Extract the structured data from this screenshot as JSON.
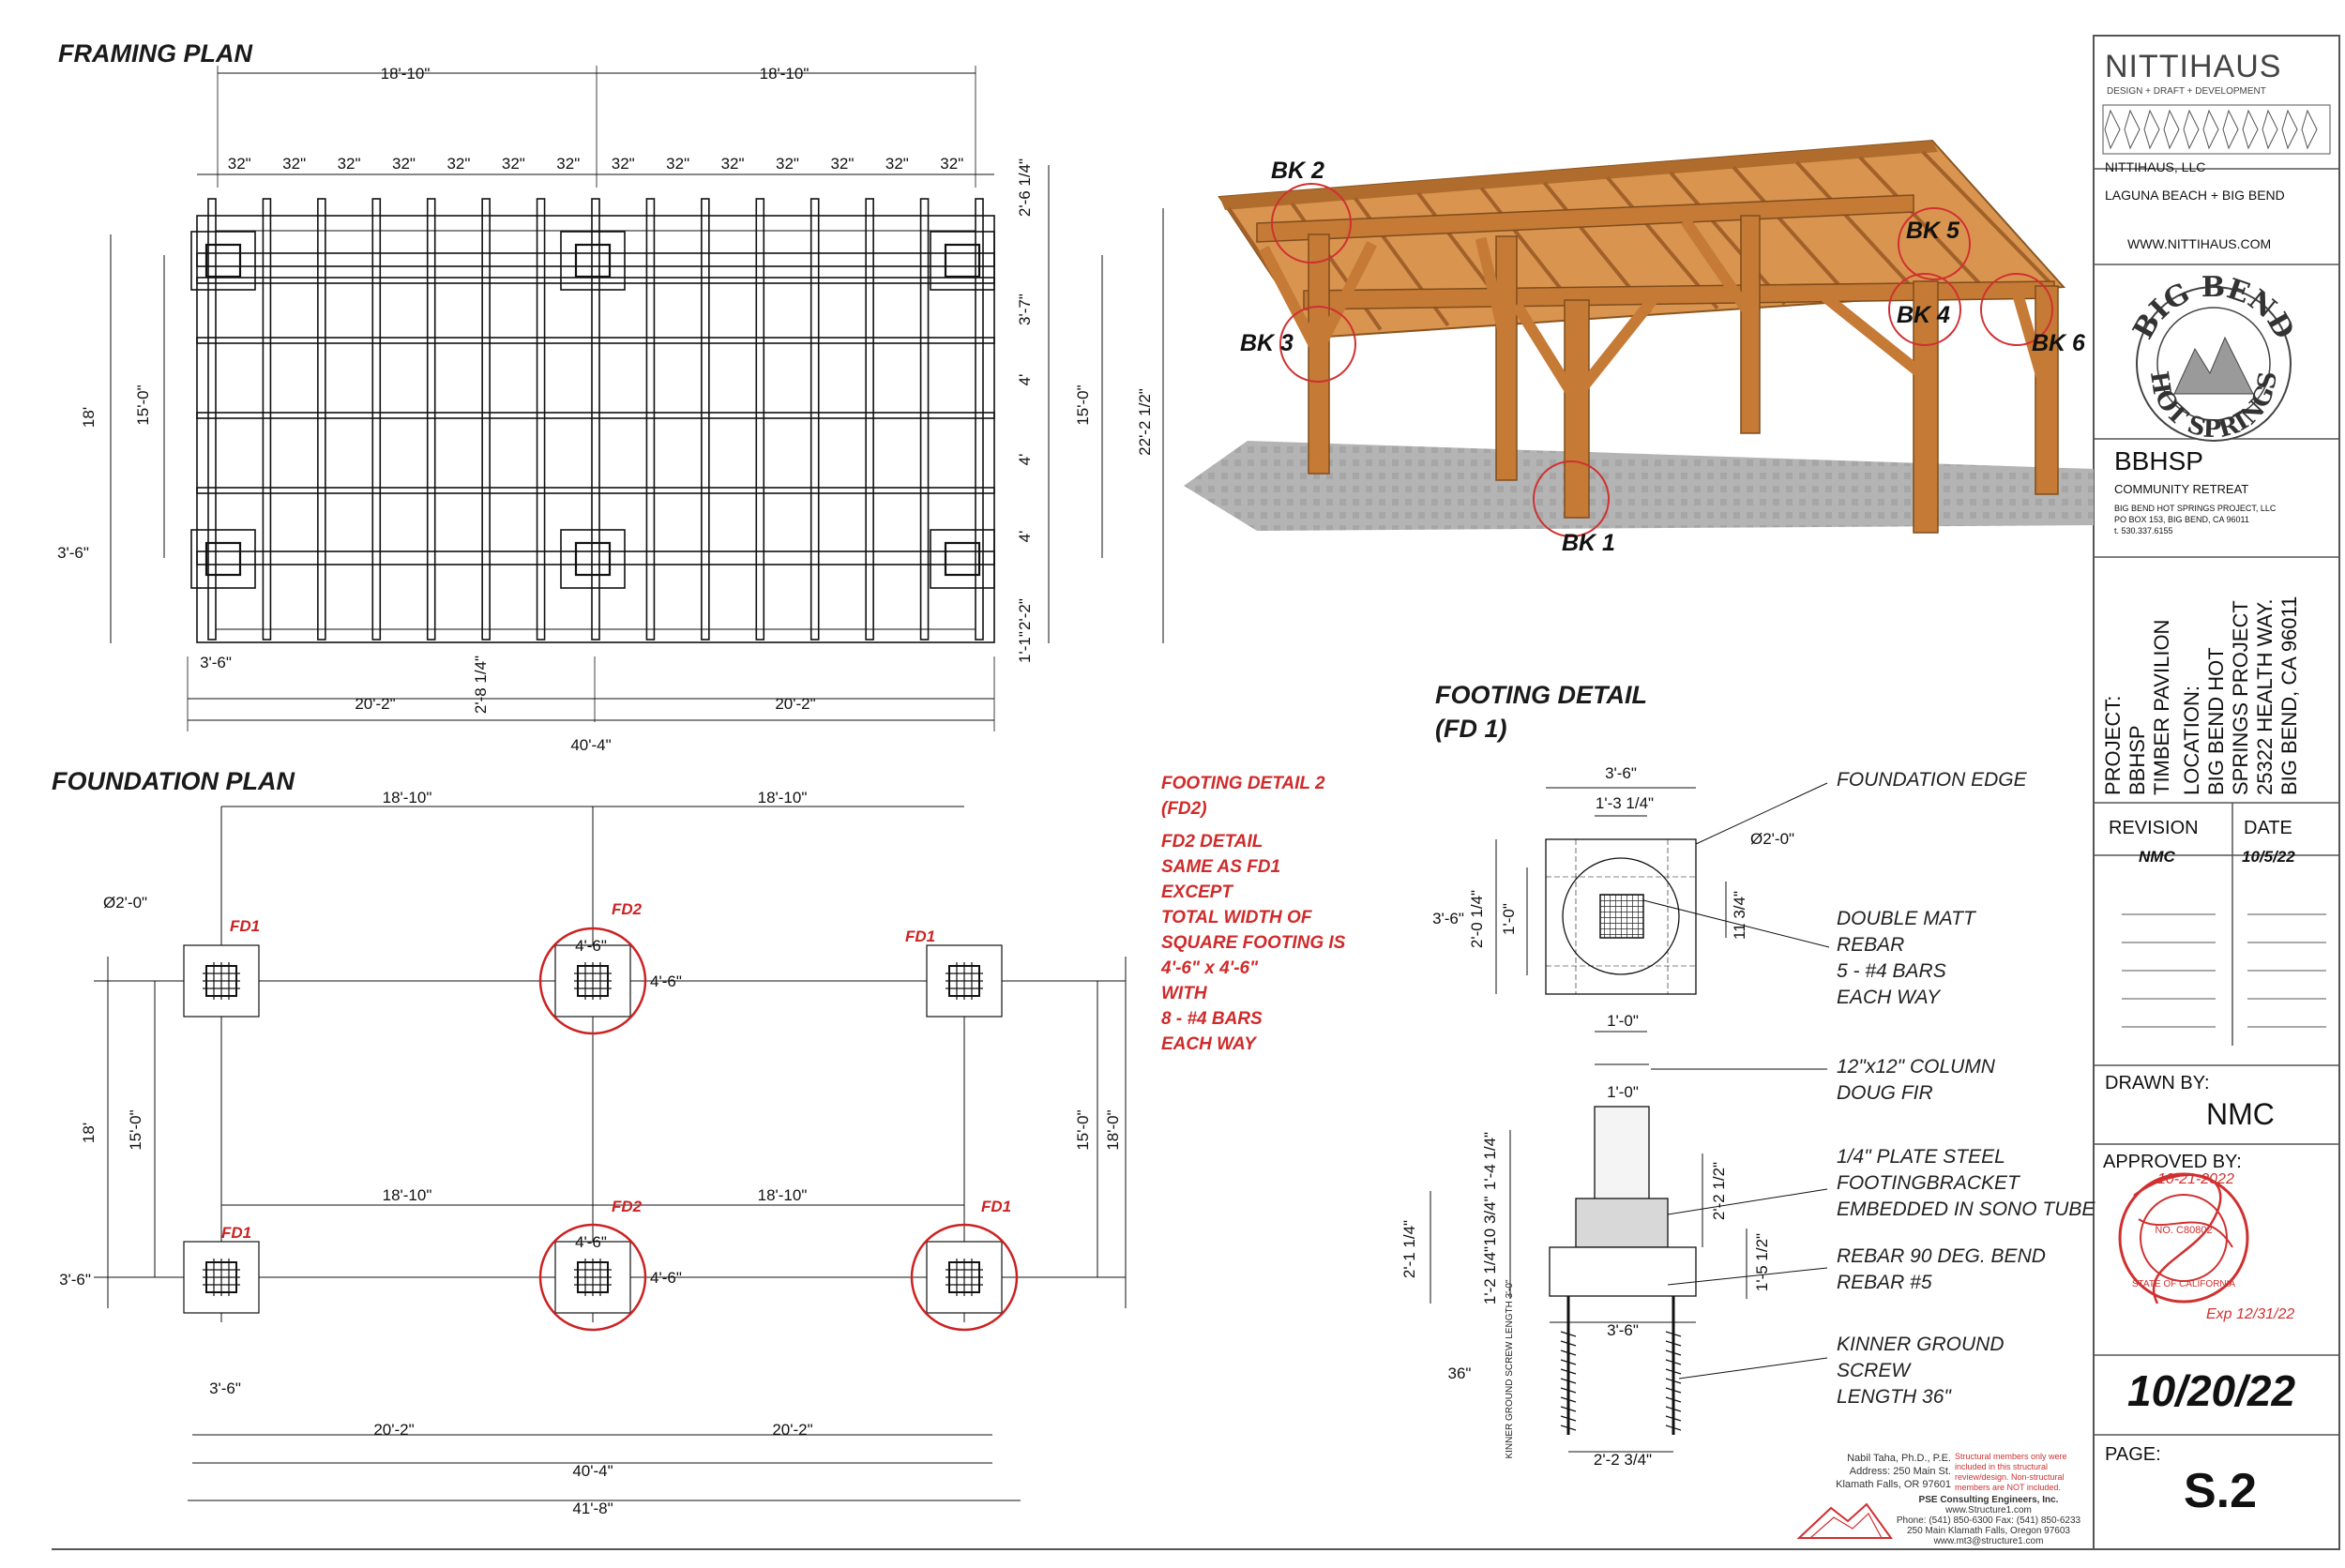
{
  "framing_plan": {
    "title": "FRAMING PLAN",
    "top_dims": [
      "18'-10\"",
      "18'-10\""
    ],
    "rafter_spacing_label": "32\"",
    "rafter_spacing_count": 14,
    "right_dims": [
      "2'-6 1/4\"",
      "3'-7\"",
      "4'",
      "4'",
      "4'",
      "2'-2\"",
      "1'-1\""
    ],
    "right_overall_inner": "15'-0\"",
    "right_overall_outer": "22'-2 1/2\"",
    "left_outer": "18'",
    "left_inner": "15'-0\"",
    "left_side": "3'-6\"",
    "bottom_left_small": "3'-6\"",
    "center_small": "2'-8 1/4\"",
    "bottom_dims": [
      "20'-2\"",
      "20'-2\""
    ],
    "bottom_overall": "40'-4\""
  },
  "foundation_plan": {
    "title": "FOUNDATION PLAN",
    "top_dims": [
      "18'-10\"",
      "18'-10\""
    ],
    "mid_dims": [
      "18'-10\"",
      "18'-10\""
    ],
    "diameter": "Ø2'-0\"",
    "fd1": "FD1",
    "fd2": "FD2",
    "footing_size": "4'-6\"",
    "left_outer": "18'",
    "left_inner": "15'-0\"",
    "left_side": "3'-6\"",
    "right_inner": "15'-0\"",
    "right_outer": "18'-0\"",
    "bottom_small": "3'-6\"",
    "bottom_dims": [
      "20'-2\"",
      "20'-2\""
    ],
    "overall_1": "40'-4\"",
    "overall_2": "41'-8\""
  },
  "fd2_note": {
    "lines": [
      "FOOTING DETAIL 2",
      "(FD2)",
      "",
      "FD2 DETAIL",
      "SAME AS FD1",
      "EXCEPT",
      "TOTAL WIDTH OF",
      "SQUARE FOOTING IS",
      "4'-6\" x 4'-6\"",
      "WITH",
      "8 - #4 BARS",
      "EACH WAY"
    ]
  },
  "perspective": {
    "callouts": [
      "BK 1",
      "BK 2",
      "BK 3",
      "BK 4",
      "BK 5",
      "BK 6"
    ]
  },
  "footing_detail": {
    "title": "FOOTING DETAIL",
    "subtitle": "(FD 1)",
    "plan_dims": {
      "width": "3'-6\"",
      "inner": "1'-3 1/4\"",
      "diameter": "Ø2'-0\"",
      "left_total": "3'-6\"",
      "left_a": "2'-0 1/4\"",
      "left_b": "1'-0\"",
      "right": "11 3/4\"",
      "bottom": "1'-0\""
    },
    "section_dims": {
      "top": "1'-0\"",
      "a": "1'-4 1/4\"",
      "b": "10 3/4\"",
      "c": "1'-2 1/4\"",
      "overall": "2'-1 1/4\"",
      "right_a": "2'-2 1/2\"",
      "right_b": "1'-5 1/2\"",
      "base": "3'-6\"",
      "screw_len": "36\"",
      "screw_base": "2'-2 3/4\"",
      "screw_label": "KINNER GROUND SCREW LENGTH 3'-0\""
    },
    "notes": {
      "foundation_edge": "FOUNDATION EDGE",
      "rebar": [
        "DOUBLE MATT",
        "REBAR",
        "5 - #4 BARS",
        "EACH WAY"
      ],
      "column": [
        "12\"x12\" COLUMN",
        "DOUG FIR"
      ],
      "bracket": [
        "1/4\" PLATE STEEL",
        "FOOTINGBRACKET",
        "EMBEDDED IN SONO TUBE"
      ],
      "bend": [
        "REBAR 90 DEG. BEND",
        "REBAR #5"
      ],
      "screw": [
        "KINNER GROUND",
        "SCREW",
        "LENGTH 36\""
      ]
    }
  },
  "engineer": {
    "name": "Nabil Taha, Ph.D., P.E.",
    "address": "Address: 250 Main St.",
    "city": "Klamath Falls, OR 97601",
    "disclaimer": "Structural members only were included in this structural review/design. Non-structural members are NOT included.",
    "firm": "PSE Consulting Engineers, Inc.",
    "web": "www.Structure1.com",
    "phone": "Phone: (541) 850-6300     Fax: (541) 850-6233",
    "addr2": "250 Main Klamath Falls, Oregon 97603",
    "email": "www.mt3@structure1.com"
  },
  "title_block": {
    "brand": "NITTIHAUS",
    "tagline": "DESIGN + DRAFT + DEVELOPMENT",
    "company": "NITTIHAUS, LLC",
    "locations": "LAGUNA BEACH + BIG BEND",
    "website": "WWW.NITTIHAUS.COM",
    "seal_top": "BIG BEND",
    "seal_bottom": "HOT SPRINGS",
    "client_code": "BBHSP",
    "client_name": "COMMUNITY RETREAT",
    "client_org": "BIG BEND HOT SPRINGS PROJECT, LLC",
    "client_po": "PO BOX 153, BIG BEND, CA 96011",
    "client_phone": "t. 530.337.6155",
    "project_lines": [
      "PROJECT:",
      "BBHSP",
      "TIMBER PAVILION"
    ],
    "location_lines": [
      "LOCATION:",
      "BIG BEND HOT",
      "SPRINGS PROJECT",
      "25322 HEALTH WAY.",
      "BIG BEND, CA 96011"
    ],
    "revision_label": "REVISION",
    "date_label": "DATE",
    "revision_value": "NMC",
    "date_value": "10/5/22",
    "drawn_by_label": "DRAWN BY:",
    "drawn_by_value": "NMC",
    "approved_by_label": "APPROVED BY:",
    "approved_sig_date": "10-21-2022",
    "stamp_no": "NO. C80802",
    "stamp_state": "STATE OF CALIFORNIA",
    "stamp_exp": "Exp 12/31/22",
    "sheet_date": "10/20/22",
    "page_label": "PAGE:",
    "page_value": "S.2"
  },
  "colors": {
    "line": "#111111",
    "red": "#cc2222",
    "wood": "#d08a45",
    "wood_dark": "#a7642a",
    "ground": "#a9a9a9"
  }
}
